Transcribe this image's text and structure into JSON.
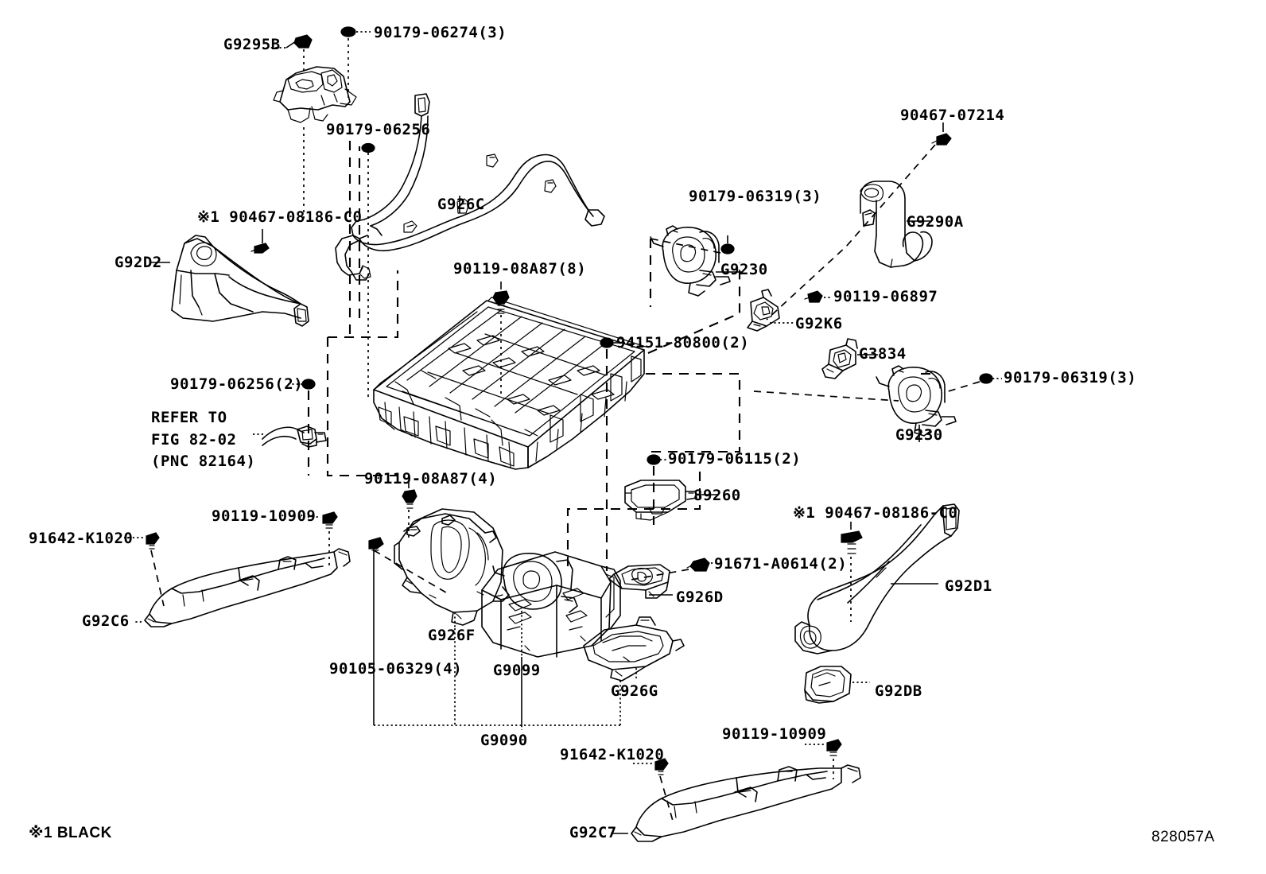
{
  "figure": {
    "id": "828057A",
    "footnote": "※1 BLACK",
    "refer_note": [
      "REFER TO",
      "FIG 82-02",
      "(PNC 82164)"
    ]
  },
  "labels": {
    "g9295b": "G9295B",
    "b_90179_06274_3": "90179-06274(3)",
    "b_90179_06256": "90179-06256",
    "g926c": "G926C",
    "b_90467_07214": "90467-07214",
    "g9290a": "G9290A",
    "b_90179_06319_3_top": "90179-06319(3)",
    "g9230_top": "G9230",
    "b_90119_06897": "90119-06897",
    "g92k6": "G92K6",
    "note_90467_08186_left": "※1 90467-08186-C0",
    "g92d2": "G92D2",
    "b_90119_08A87_8": "90119-08A87(8)",
    "b_94151_80800_2": "94151-80800(2)",
    "g3834": "G3834",
    "b_90179_06319_3_right": "90179-06319(3)",
    "g9230_right": "G9230",
    "b_90179_06256_2": "90179-06256(2)",
    "b_90179_06115_2": "90179-06115(2)",
    "ecu_89260": "89260",
    "b_90119_08A87_4": "90119-08A87(4)",
    "b_90119_10909_left": "90119-10909",
    "b_91642_K1020_left": "91642-K1020",
    "g92c6": "G92C6",
    "b_91671_A0614_2": "91671-A0614(2)",
    "g926d": "G926D",
    "note_90467_08186_right": "※1 90467-08186-C0",
    "g92d1": "G92D1",
    "g92db": "G92DB",
    "g926f": "G926F",
    "b_90105_06329_4": "90105-06329(4)",
    "g9099": "G9099",
    "g926g": "G926G",
    "g9090": "G9090",
    "b_90119_10909_bottom": "90119-10909",
    "b_91642_K1020_bottom": "91642-K1020",
    "g92c7": "G92C7"
  }
}
